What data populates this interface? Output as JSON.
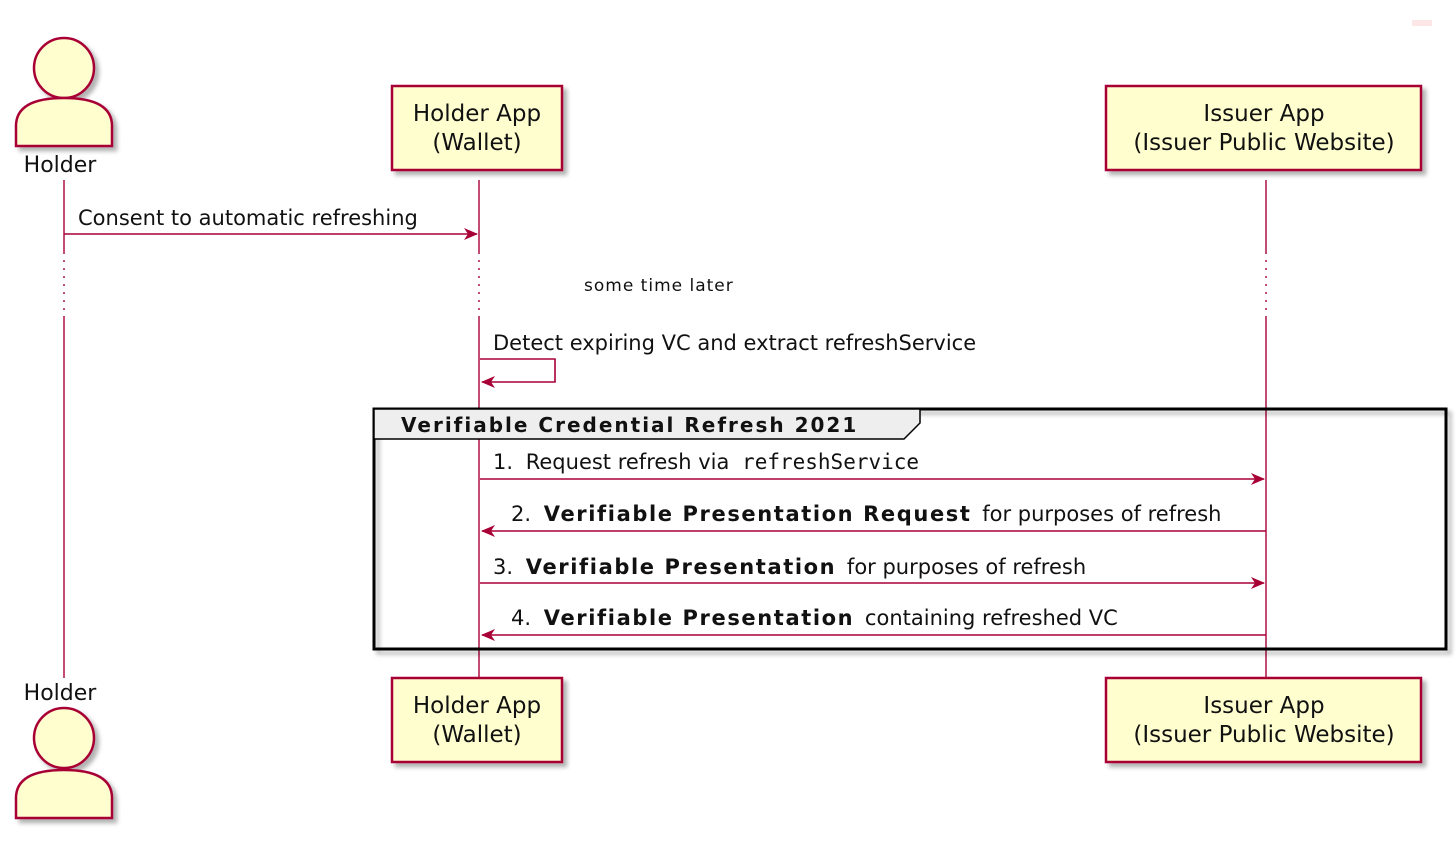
{
  "actors": {
    "holder": {
      "name": "Holder"
    },
    "wallet": {
      "line1": "Holder App",
      "line2": "(Wallet)"
    },
    "issuer": {
      "line1": "Issuer App",
      "line2": "(Issuer Public Website)"
    }
  },
  "messages": {
    "consent": {
      "text": "Consent to automatic refreshing"
    },
    "delay": {
      "text": "some time later"
    },
    "detect": {
      "text": "Detect expiring VC and extract refreshService"
    }
  },
  "group": {
    "title": "Verifiable Credential Refresh 2021",
    "steps": [
      {
        "num": "1.",
        "plain_before": "Request refresh via",
        "code": "refreshService"
      },
      {
        "num": "2.",
        "bold": "Verifiable Presentation Request",
        "plain_after": "for purposes of refresh"
      },
      {
        "num": "3.",
        "bold": "Verifiable Presentation",
        "plain_after": "for purposes of refresh"
      },
      {
        "num": "4.",
        "bold": "Verifiable Presentation",
        "plain_after": "containing refreshed VC"
      }
    ]
  },
  "colors": {
    "line": "#a80036",
    "box_fill": "#fefece",
    "box_stroke": "#a80036",
    "group_stroke": "#000000"
  }
}
